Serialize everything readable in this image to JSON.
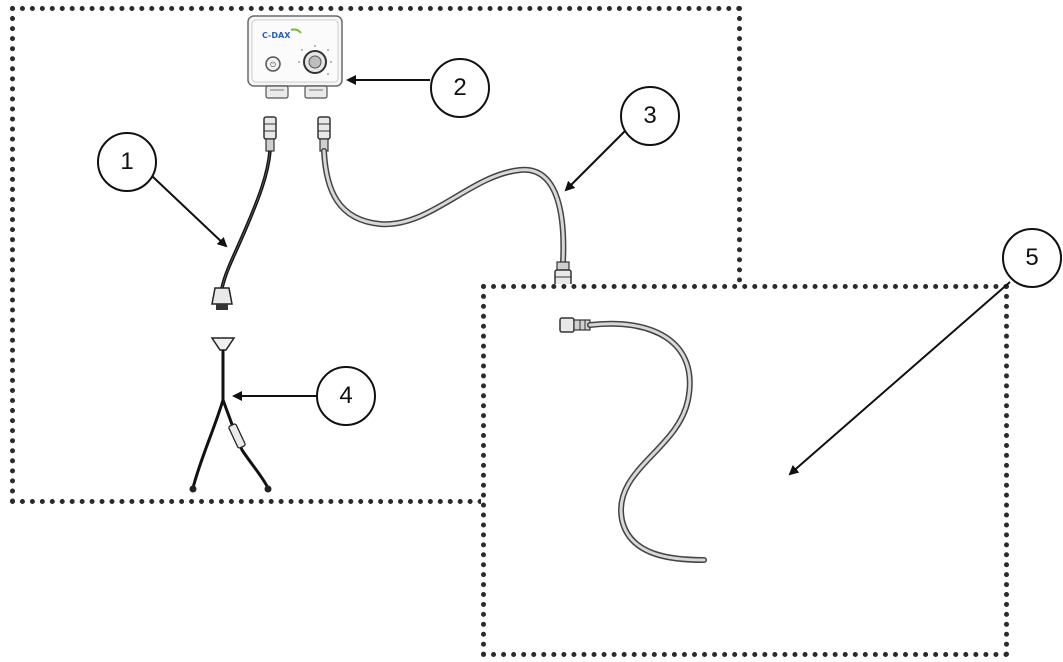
{
  "callouts": [
    {
      "id": 1,
      "label": "1"
    },
    {
      "id": 2,
      "label": "2"
    },
    {
      "id": 3,
      "label": "3"
    },
    {
      "id": 4,
      "label": "4"
    },
    {
      "id": 5,
      "label": "5"
    }
  ],
  "device": {
    "brand_label": "C-DAX"
  },
  "colors": {
    "frame_border": "#2a2a2a",
    "cable_outline": "#444444",
    "cable_fill": "#d8d8d8",
    "brand_blue": "#2b5fb0",
    "brand_green": "#7bbf3a"
  }
}
